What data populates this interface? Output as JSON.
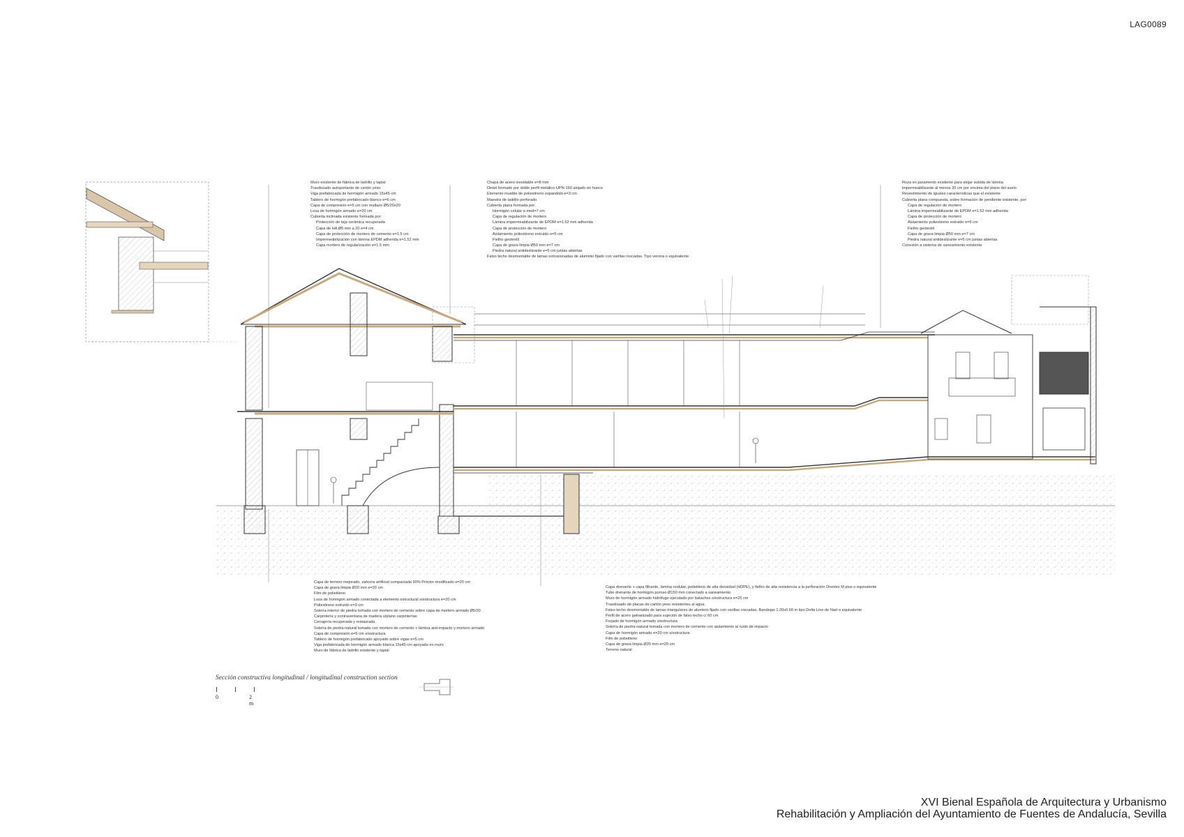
{
  "sheet_code": "LAG0089",
  "caption": "Sección constructiva longitudinal / longitudinal construction section",
  "scale_bar": {
    "start": "0",
    "end": "2 m"
  },
  "footer": {
    "event": "XVI Bienal Española de Arquitectura y Urbanismo",
    "project": "Rehabilitación y Ampliación del Ayuntamiento de Fuentes de Andalucía, Sevilla"
  },
  "notes_top_left": [
    {
      "text": "Muro existente de fábrica de ladrillo y tapial"
    },
    {
      "text": "Trasdosado autoportante de cartón yeso"
    },
    {
      "text": "Viga prefabricada de hormigón armado 15x45 cm"
    },
    {
      "text": "Tablero de hormigón prefabricado blanco e=6 cm"
    },
    {
      "text": "Capa de compresión e=5 cm con mallazo Ø5/20x20"
    },
    {
      "text": "Losa de hormigón armado e=20 cm"
    },
    {
      "text": "Cubierta inclinada existente formada por:"
    },
    {
      "text": "Protección de teja cerámica recuperada",
      "sub": true
    },
    {
      "text": "Capa de HA Ø5 mm a 20 e=4 cm",
      "sub": true
    },
    {
      "text": "Capa de protección de mortero de cemento e=1.5 cm",
      "sub": true
    },
    {
      "text": "Impermeabilización con lámina EPDM adherida e=1.52 mm",
      "sub": true
    },
    {
      "text": "Capa mortero de regularización e=1.5 mm",
      "sub": true
    }
  ],
  "notes_top_center": [
    {
      "text": "Chapa de acero inoxidable e=8 mm"
    },
    {
      "text": "Dintel formado por doble perfil metálico UPN-160 alojado en hueco"
    },
    {
      "text": "Elemento mueble de poliestireno expandido e=3 cm"
    },
    {
      "text": "Maestra de ladrillo perforado"
    },
    {
      "text": "Cubierta plana formada por:"
    },
    {
      "text": "Hormigón celular e.med=7 cm",
      "sub": true
    },
    {
      "text": "Capa de regulación de mortero",
      "sub": true
    },
    {
      "text": "Lámina impermeabilizante de EPDM e=1.52 mm adherida",
      "sub": true
    },
    {
      "text": "Capa de protección de mortero",
      "sub": true
    },
    {
      "text": "Aislamiento poliestireno extruido e=5 cm",
      "sub": true
    },
    {
      "text": "Fieltro geotextil",
      "sub": true
    },
    {
      "text": "Capa de grava limpia Ø50 mm e=7 cm",
      "sub": true
    },
    {
      "text": "Piedra natural antideslizante e=5 cm juntas abiertas",
      "sub": true
    },
    {
      "text": "Falso techo desmontable de lamas extrusionadas de aluminio fijado con varillas roscadas. Tipo verona o equivalente"
    }
  ],
  "notes_top_right": [
    {
      "text": "Roza en paramento existente para alojar subida de lámina"
    },
    {
      "text": "impermeabilizante al menos 20 cm por encima del plano del suelo"
    },
    {
      "text": "Revestimiento de iguales características que el existente"
    },
    {
      "text": "Cubierta plana compuesta, sobre formación de pendiente existente, por:"
    },
    {
      "text": "Capa de regulación de mortero",
      "sub": true
    },
    {
      "text": "Lámina impermeabilizante de EPDM e=1.52 mm adherida",
      "sub": true
    },
    {
      "text": "Capa de protección de mortero",
      "sub": true
    },
    {
      "text": "Aislamiento poliestireno extruido e=5 cm",
      "sub": true
    },
    {
      "text": "Fieltro geotextil",
      "sub": true
    },
    {
      "text": "Capa de grava limpia Ø50 mm e=7 cm",
      "sub": true
    },
    {
      "text": "Piedra natural antideslizante e=5 cm juntas abiertas",
      "sub": true
    },
    {
      "text": "Conexión a sistema de saneamiento existente"
    }
  ],
  "notes_bottom_left": [
    {
      "text": "Capa de terreno mejorado, zahorra artificial compactada 90% Próctor modificado e=20 cm"
    },
    {
      "text": "Capa de grava limpia Ø20 mm e=20 cm"
    },
    {
      "text": "Film de polietileno"
    },
    {
      "text": "Losa de hormigón armado conectada a elemento estructural s/estructura e=20 cm"
    },
    {
      "text": "Poliestireno extruido e=3 cm"
    },
    {
      "text": "Solería interior de piedra tomada con mortero de cemento sobre capa de mortero armado Ø5/20"
    },
    {
      "text": "Carpintería y contraventana de madera s/plano carpinterías"
    },
    {
      "text": "Cerrajería recuperada y restaurada"
    },
    {
      "text": "Solería de piedra natural tomada con mortero de cemento + lámina anti-impacto y mortero armado"
    },
    {
      "text": "Capa de compresión e=5 cm s/estructura"
    },
    {
      "text": "Tablero de hormigón prefabricado apoyado sobre vigas e=5 cm"
    },
    {
      "text": "Viga prefabricada de hormigón armado blanca 15x45 cm apoyada en muro"
    },
    {
      "text": "Muro de fábrica de ladrillo existente y tapial"
    }
  ],
  "notes_bottom_right": [
    {
      "text": "Capa drenante + capa filtrante, lámina nodular, polietileno de alta densidad (HDPE), y fieltro de alta resistencia a la perforación Drentex M plus o equivalente"
    },
    {
      "text": "Tubo drenante de hormigón poroso Ø150 mm conectado a saneamiento"
    },
    {
      "text": "Muro de hormigón armado hidrófugo ejecutado por bataches s/estructura e=25 cm"
    },
    {
      "text": "Trasdosado de placas de cartón yeso resistentes al agua"
    },
    {
      "text": "Falso techo desmontable de lamas triangulares de aluminio fijado con varillas roscadas. Bandejas 1.20x0.60 m tipo Delta Line de Nart o equivalente"
    },
    {
      "text": "Perfil de acero galvanizado para sujeción de falso techo c/ 60 cm"
    },
    {
      "text": "Forjado de hormigón armado s/estructura"
    },
    {
      "text": "Solería de piedra natural tomada con mortero de cemento con aislamiento al ruido de impacto"
    },
    {
      "text": "Capa de hormigón armado e=20 cm s/estructura"
    },
    {
      "text": "Film de polietileno"
    },
    {
      "text": "Capa de grava limpia Ø20 mm e=20 cm"
    },
    {
      "text": "Terreno natural"
    }
  ]
}
